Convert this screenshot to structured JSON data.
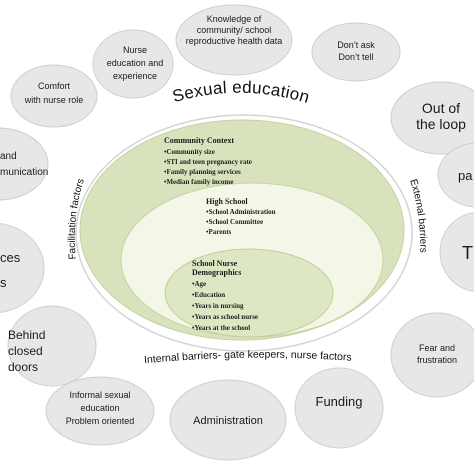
{
  "main_title": "Sexual education",
  "arc_labels": {
    "left": "Facilitation factors",
    "right": "External barriers",
    "bottom": "Internal barriers- gate keepers, nurse factors"
  },
  "rings": {
    "community": {
      "title": "Community Context",
      "items": [
        "•Community size",
        "•STI and teen pregnancy rate",
        "•Family planning services",
        "•Median family income"
      ]
    },
    "high_school": {
      "title": "High School",
      "items": [
        "•School Administration",
        "•School Committee",
        "•Parents"
      ]
    },
    "school_nurse": {
      "title_lines": [
        "School Nurse",
        "Demographics"
      ],
      "items": [
        "•Age",
        "•Education",
        "•Years in nursing",
        "•Years as school nurse",
        "•Years at the school"
      ]
    }
  },
  "bubbles": [
    {
      "id": "knowledge",
      "lines": [
        "Knowledge of",
        "community/ school",
        "reproductive health data"
      ]
    },
    {
      "id": "nurse-education",
      "lines": [
        "Nurse",
        "education and",
        "experience"
      ]
    },
    {
      "id": "dont-ask",
      "lines": [
        "Don’t ask",
        "Don’t tell"
      ]
    },
    {
      "id": "comfort",
      "lines": [
        "Comfort",
        "with nurse role"
      ]
    },
    {
      "id": "out-of-loop",
      "lines": [
        "Out of",
        "the loop"
      ]
    },
    {
      "id": "communication",
      "lines": [
        "and",
        "munication"
      ]
    },
    {
      "id": "pa",
      "lines": [
        "pa"
      ]
    },
    {
      "id": "resources",
      "lines": [
        "ces",
        "s"
      ]
    },
    {
      "id": "t",
      "lines": [
        "T"
      ]
    },
    {
      "id": "behind-doors",
      "lines": [
        "Behind",
        "closed",
        "doors"
      ]
    },
    {
      "id": "fear",
      "lines": [
        "Fear and",
        "frustration"
      ]
    },
    {
      "id": "informal",
      "lines": [
        "Informal sexual",
        "education",
        "Problem oriented"
      ]
    },
    {
      "id": "administration",
      "lines": [
        "Administration"
      ]
    },
    {
      "id": "funding",
      "lines": [
        "Funding"
      ]
    }
  ]
}
